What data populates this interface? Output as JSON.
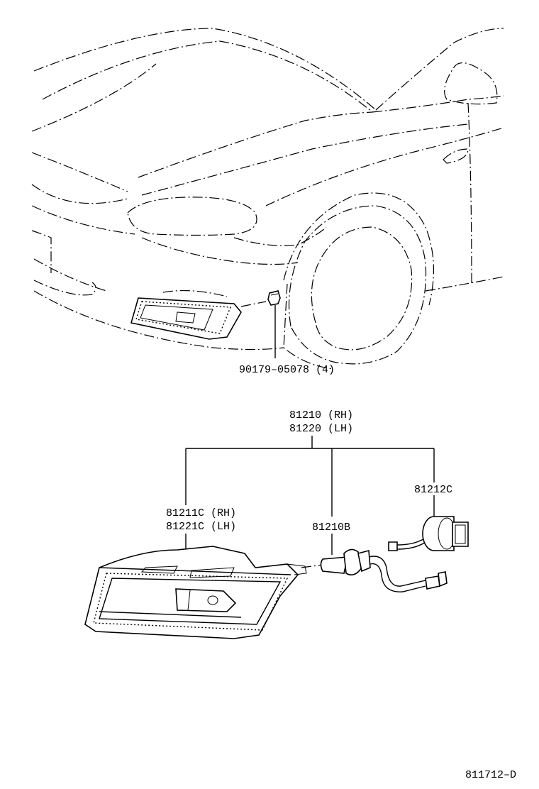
{
  "labels": {
    "bolt": "90179–05078 (4)",
    "assembly_rh": "81210 (RH)",
    "assembly_lh": "81220 (LH)",
    "socket": "81212C",
    "lens_rh": "81211C (RH)",
    "lens_lh": "81221C (LH)",
    "bulb": "81210B",
    "diagram_code": "811712–D"
  }
}
